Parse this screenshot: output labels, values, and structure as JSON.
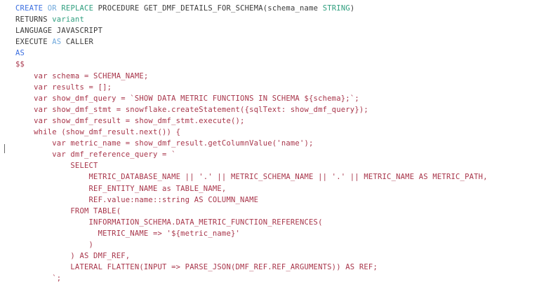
{
  "editor": {
    "language": "SQL / JavaScript stored procedure",
    "caret": {
      "visible": true,
      "line_index": 13,
      "column": 0
    },
    "colors": {
      "background": "#ffffff",
      "keyword_blue": "#3b6fe0",
      "keyword_light_blue": "#6fa8dc",
      "type_green": "#2e9e7e",
      "plain_text": "#3a3a3a",
      "javascript_body": "#a8354a",
      "caret": "#6b6b6b"
    }
  },
  "code": {
    "lines": [
      {
        "id": "line-1",
        "tokens": [
          {
            "text": "CREATE",
            "cls": "t-kw"
          },
          {
            "text": " ",
            "cls": "t-plain"
          },
          {
            "text": "OR",
            "cls": "t-kw2"
          },
          {
            "text": " ",
            "cls": "t-plain"
          },
          {
            "text": "REPLACE",
            "cls": "t-green"
          },
          {
            "text": " PROCEDURE GET_DMF_DETAILS_FOR_SCHEMA(schema_name ",
            "cls": "t-plain"
          },
          {
            "text": "STRING",
            "cls": "t-green"
          },
          {
            "text": ")",
            "cls": "t-plain"
          }
        ]
      },
      {
        "id": "line-2",
        "tokens": [
          {
            "text": "RETURNS ",
            "cls": "t-plain"
          },
          {
            "text": "variant",
            "cls": "t-green"
          }
        ]
      },
      {
        "id": "line-3",
        "tokens": [
          {
            "text": "LANGUAGE JAVASCRIPT",
            "cls": "t-plain"
          }
        ]
      },
      {
        "id": "line-4",
        "tokens": [
          {
            "text": "EXECUTE ",
            "cls": "t-plain"
          },
          {
            "text": "AS",
            "cls": "t-kw2"
          },
          {
            "text": " CALLER",
            "cls": "t-plain"
          }
        ]
      },
      {
        "id": "line-5",
        "tokens": [
          {
            "text": "AS",
            "cls": "t-kw"
          }
        ]
      },
      {
        "id": "line-6",
        "tokens": [
          {
            "text": "$$",
            "cls": "t-dollar"
          }
        ]
      },
      {
        "id": "line-7",
        "tokens": [
          {
            "text": "    var schema = SCHEMA_NAME;",
            "cls": "t-js"
          }
        ]
      },
      {
        "id": "line-8",
        "tokens": [
          {
            "text": "    var results = [];",
            "cls": "t-js"
          }
        ]
      },
      {
        "id": "line-9",
        "tokens": [
          {
            "text": "    var show_dmf_query = `SHOW DATA METRIC FUNCTIONS IN SCHEMA ${schema};`;",
            "cls": "t-js"
          }
        ]
      },
      {
        "id": "line-10",
        "tokens": [
          {
            "text": "    var show_dmf_stmt = snowflake.createStatement({sqlText: show_dmf_query});",
            "cls": "t-js"
          }
        ]
      },
      {
        "id": "line-11",
        "tokens": [
          {
            "text": "    var show_dmf_result = show_dmf_stmt.execute();",
            "cls": "t-js"
          }
        ]
      },
      {
        "id": "line-12",
        "tokens": [
          {
            "text": "    while (show_dmf_result.next()) {",
            "cls": "t-js"
          }
        ]
      },
      {
        "id": "line-13",
        "tokens": [
          {
            "text": "        var metric_name = show_dmf_result.getColumnValue('name');",
            "cls": "t-js"
          }
        ]
      },
      {
        "id": "line-14",
        "tokens": [
          {
            "text": "        var dmf_reference_query = `",
            "cls": "t-js"
          }
        ]
      },
      {
        "id": "line-15",
        "tokens": [
          {
            "text": "            SELECT",
            "cls": "t-js"
          }
        ]
      },
      {
        "id": "line-16",
        "tokens": [
          {
            "text": "                METRIC_DATABASE_NAME || '.' || METRIC_SCHEMA_NAME || '.' || METRIC_NAME AS METRIC_PATH,",
            "cls": "t-js"
          }
        ]
      },
      {
        "id": "line-17",
        "tokens": [
          {
            "text": "                REF_ENTITY_NAME as TABLE_NAME,",
            "cls": "t-js"
          }
        ]
      },
      {
        "id": "line-18",
        "tokens": [
          {
            "text": "                REF.value:name::string AS COLUMN_NAME",
            "cls": "t-js"
          }
        ]
      },
      {
        "id": "line-19",
        "tokens": [
          {
            "text": "            FROM TABLE(",
            "cls": "t-js"
          }
        ]
      },
      {
        "id": "line-20",
        "tokens": [
          {
            "text": "                INFORMATION_SCHEMA.DATA_METRIC_FUNCTION_REFERENCES(",
            "cls": "t-js"
          }
        ]
      },
      {
        "id": "line-21",
        "tokens": [
          {
            "text": "                  METRIC_NAME => '${metric_name}'",
            "cls": "t-js"
          }
        ]
      },
      {
        "id": "line-22",
        "tokens": [
          {
            "text": "                )",
            "cls": "t-js"
          }
        ]
      },
      {
        "id": "line-23",
        "tokens": [
          {
            "text": "            ) AS DMF_REF,",
            "cls": "t-js"
          }
        ]
      },
      {
        "id": "line-24",
        "tokens": [
          {
            "text": "            LATERAL FLATTEN(INPUT => PARSE_JSON(DMF_REF.REF_ARGUMENTS)) AS REF;",
            "cls": "t-js"
          }
        ]
      },
      {
        "id": "line-25",
        "tokens": [
          {
            "text": "        `;",
            "cls": "t-js"
          }
        ]
      }
    ]
  }
}
